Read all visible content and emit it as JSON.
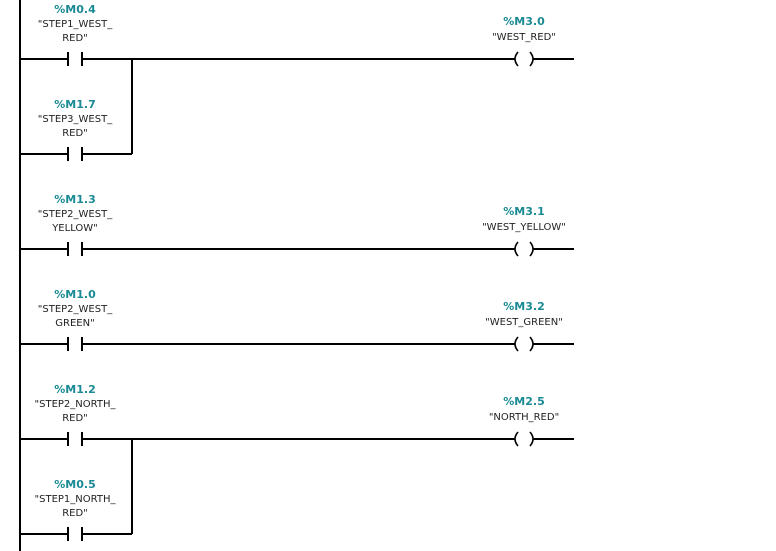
{
  "colors": {
    "address": "#1a8a94",
    "symbol": "#222222",
    "wire": "#000000",
    "background": "#ffffff"
  },
  "networks": [
    {
      "contacts": [
        {
          "address": "%M0.4",
          "symbol_lines": [
            "\"STEP1_WEST_",
            "RED\""
          ]
        },
        {
          "address": "%M1.7",
          "symbol_lines": [
            "\"STEP3_WEST_",
            "RED\""
          ]
        }
      ],
      "coil": {
        "address": "%M3.0",
        "symbol": "\"WEST_RED\""
      }
    },
    {
      "contacts": [
        {
          "address": "%M1.3",
          "symbol_lines": [
            "\"STEP2_WEST_",
            "YELLOW\""
          ]
        }
      ],
      "coil": {
        "address": "%M3.1",
        "symbol": "\"WEST_YELLOW\""
      }
    },
    {
      "contacts": [
        {
          "address": "%M1.0",
          "symbol_lines": [
            "\"STEP2_WEST_",
            "GREEN\""
          ]
        }
      ],
      "coil": {
        "address": "%M3.2",
        "symbol": "\"WEST_GREEN\""
      }
    },
    {
      "contacts": [
        {
          "address": "%M1.2",
          "symbol_lines": [
            "\"STEP2_NORTH_",
            "RED\""
          ]
        },
        {
          "address": "%M0.5",
          "symbol_lines": [
            "\"STEP1_NORTH_",
            "RED\""
          ]
        }
      ],
      "coil": {
        "address": "%M2.5",
        "symbol": "\"NORTH_RED\""
      }
    }
  ]
}
